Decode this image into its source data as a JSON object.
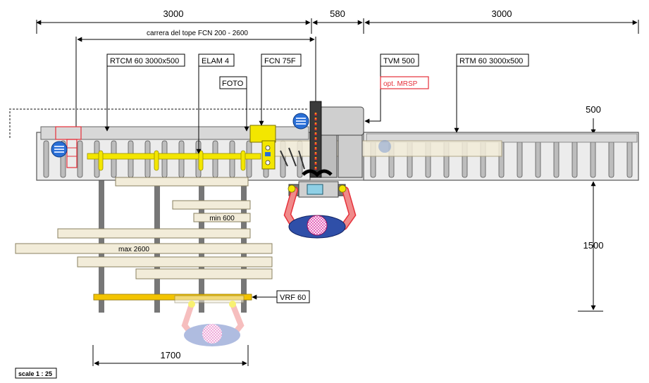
{
  "dimensions": {
    "top_left": "3000",
    "top_mid": "580",
    "top_right": "3000",
    "carriage_travel": "carrera del tope FCN  200 - 2600",
    "right_small": "500",
    "right_tall": "1500",
    "bottom": "1700"
  },
  "labels": {
    "rtcm": "RTCM 60 3000x500",
    "elam": "ELAM 4",
    "fcn": "FCN 75F",
    "foto": "FOTO",
    "tvm": "TVM 500",
    "opt": "opt. MRSP",
    "rtm": "RTM 60 3000x500",
    "vrf": "VRF 60"
  },
  "boards": {
    "min": "min  600",
    "max": "max  2600"
  },
  "scale": "scale  1 : 25",
  "colors": {
    "frame_fill": "#e8e8e8",
    "roller": "#bdbdbd",
    "yellow": "#f3e600",
    "board": "#f2ecd9",
    "blue": "#2a6fd6",
    "red": "#e5303a",
    "operator_body": "#f08a8a",
    "operator_head": "#e04bb0",
    "hand": "#f3e600"
  },
  "icons": {
    "arrow": "arrowhead",
    "operator": "operator-figure",
    "button": "blue-control-button"
  }
}
